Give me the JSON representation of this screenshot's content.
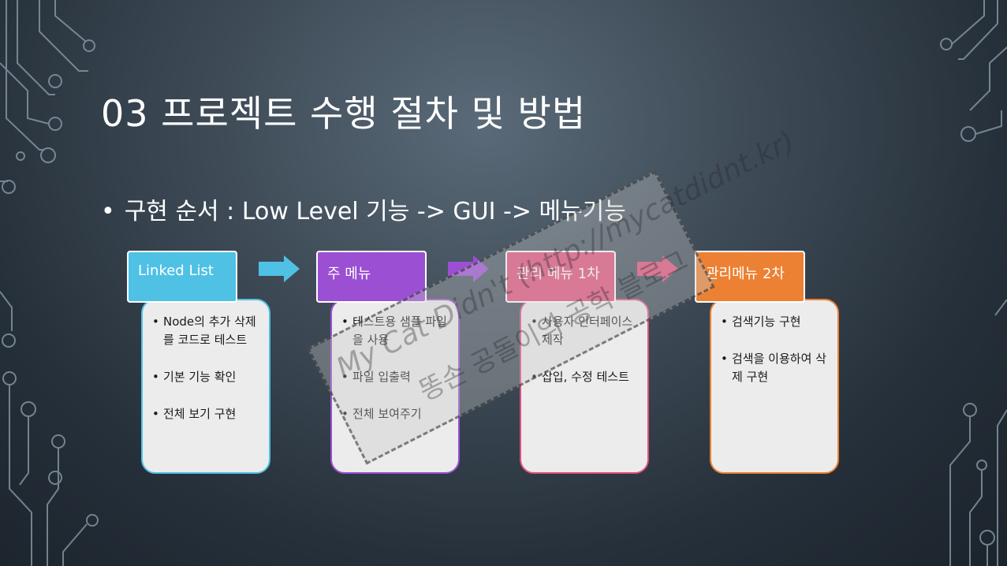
{
  "slide": {
    "title": "03 프로젝트 수행 절차 및 방법",
    "bullet": "구현 순서 : Low Level 기능 -> GUI -> 메뉴기능"
  },
  "steps": [
    {
      "label": "Linked List",
      "color": "#4fc1e4",
      "items": [
        "Node의 추가 삭제를 코드로 테스트",
        "기본 기능 확인",
        "전체 보기 구현"
      ]
    },
    {
      "label": "주 메뉴",
      "color": "#9b4fd3",
      "items": [
        "테스트용 샘플 파일을 사용",
        "파일 입출력",
        "전체 보여주기"
      ]
    },
    {
      "label": "관리 메뉴 1차",
      "color": "#e14f7c",
      "items": [
        "사용자 인터페이스 제작",
        "삽입, 수정 테스트"
      ]
    },
    {
      "label": "관리메뉴 2차",
      "color": "#ec8133",
      "items": [
        "검색기능 구현",
        "검색을 이용하여 삭제 구현"
      ]
    }
  ],
  "watermark": {
    "line1": "My Cat Didn't (http://mycatdidnt.kr)",
    "line2": "똥손 공돌이의 공학 블로그"
  }
}
